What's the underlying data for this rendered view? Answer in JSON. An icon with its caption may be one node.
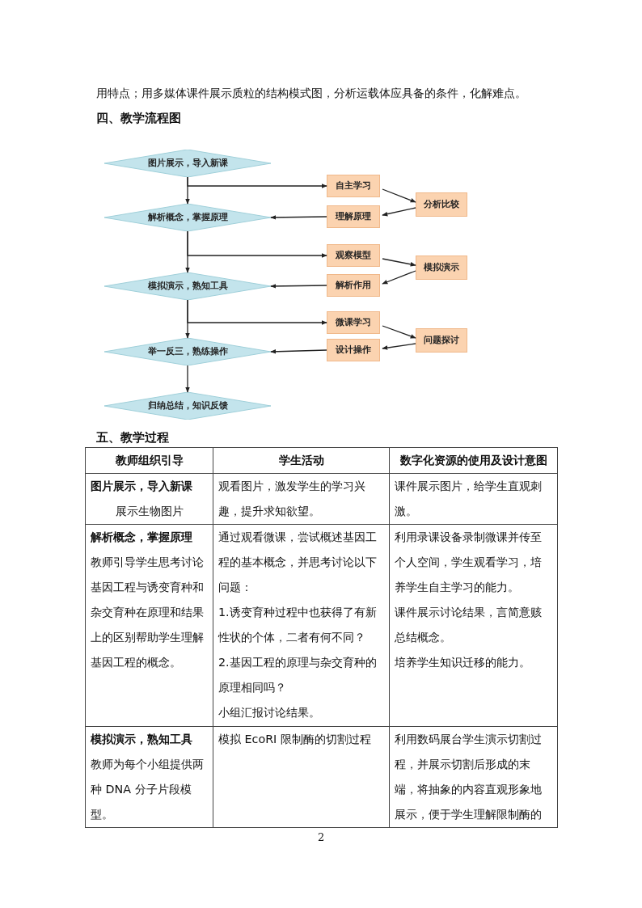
{
  "diagram": {
    "nodes": [
      {
        "text": [
          "图片展示，导入新课"
        ]
      },
      {
        "text": [
          "自主学习"
        ]
      },
      {
        "text": [
          "分析比较"
        ]
      },
      {
        "text": [
          "理解原理"
        ]
      },
      {
        "text": [
          "解析概念，掌握原理"
        ]
      },
      {
        "text": [
          "观察模型"
        ]
      },
      {
        "text": [
          "模拟演示"
        ]
      },
      {
        "text": [
          "解析作用"
        ]
      },
      {
        "text": [
          "模拟演示，熟知工具"
        ]
      },
      {
        "text": [
          "微课学习"
        ]
      },
      {
        "text": [
          "问题探讨"
        ]
      },
      {
        "text": [
          "设计操作"
        ]
      },
      {
        "text": [
          "举一反三，熟练操作"
        ]
      },
      {
        "text": [
          "归纳总结，知识反馈"
        ]
      }
    ],
    "edges": [
      {
        "from": 0,
        "to": 4,
        "arrow": "to"
      },
      {
        "from": 0,
        "to": 1,
        "arrow": "to"
      },
      {
        "from": 1,
        "to": 2,
        "arrow": "to"
      },
      {
        "from": 2,
        "to": 3,
        "arrow": "to"
      },
      {
        "from": 3,
        "to": 4,
        "arrow": "to"
      },
      {
        "from": 4,
        "to": 8,
        "arrow": "to"
      },
      {
        "from": 4,
        "to": 5,
        "arrow": "to"
      },
      {
        "from": 5,
        "to": 6,
        "arrow": "to"
      },
      {
        "from": 6,
        "to": 7,
        "arrow": "to"
      },
      {
        "from": 7,
        "to": 8,
        "arrow": "to"
      },
      {
        "from": 8,
        "to": 12,
        "arrow": "to"
      },
      {
        "from": 8,
        "to": 9,
        "arrow": "to"
      },
      {
        "from": 9,
        "to": 10,
        "arrow": "to"
      },
      {
        "from": 10,
        "to": 11,
        "arrow": "to"
      },
      {
        "from": 11,
        "to": 12,
        "arrow": "to"
      },
      {
        "from": 12,
        "to": 13,
        "arrow": "to"
      }
    ],
    "labels": [
      "用特点；用多媒体课件展示质粒的结构模式图，分析运载体应具备的条件，化解难点。",
      "四、教学流程图",
      "五、教学过程",
      "教师组织引导",
      "学生活动",
      "数字化资源的使用及设计意图",
      "图片展示，导入新课",
      "展示生物图片",
      "观看图片，激发学生的学习兴趣，提升求知欲望。",
      "课件展示图片，给学生直观刺激。",
      "解析概念，掌握原理",
      "教师引导学生思考讨论基因工程与诱变育种和杂交育种在原理和结果上的区别帮助学生理解基因工程的概念。",
      "通过观看微课，尝试概述基因工程的基本概念，并思考讨论以下问题：",
      "1.诱变育种过程中也获得了有新性状的个体，二者有何不同？",
      "2.基因工程的原理与杂交育种的原理相同吗？",
      "小组汇报讨论结果。",
      "利用录课设备录制微课并传至个人空间，学生观看学习，培养学生自主学习的能力。",
      "课件展示讨论结果，言简意赅总结概念。",
      "培养学生知识迁移的能力。",
      "模拟演示，熟知工具",
      "教师为每个小组提供两种 DNA 分子片段模型。",
      "模拟 EcoRI 限制酶的切割过程",
      "利用数码展台学生演示切割过程，并展示切割后形成的末端，将抽象的内容直观形象地展示，便于学生理解限制酶的",
      "2"
    ]
  }
}
